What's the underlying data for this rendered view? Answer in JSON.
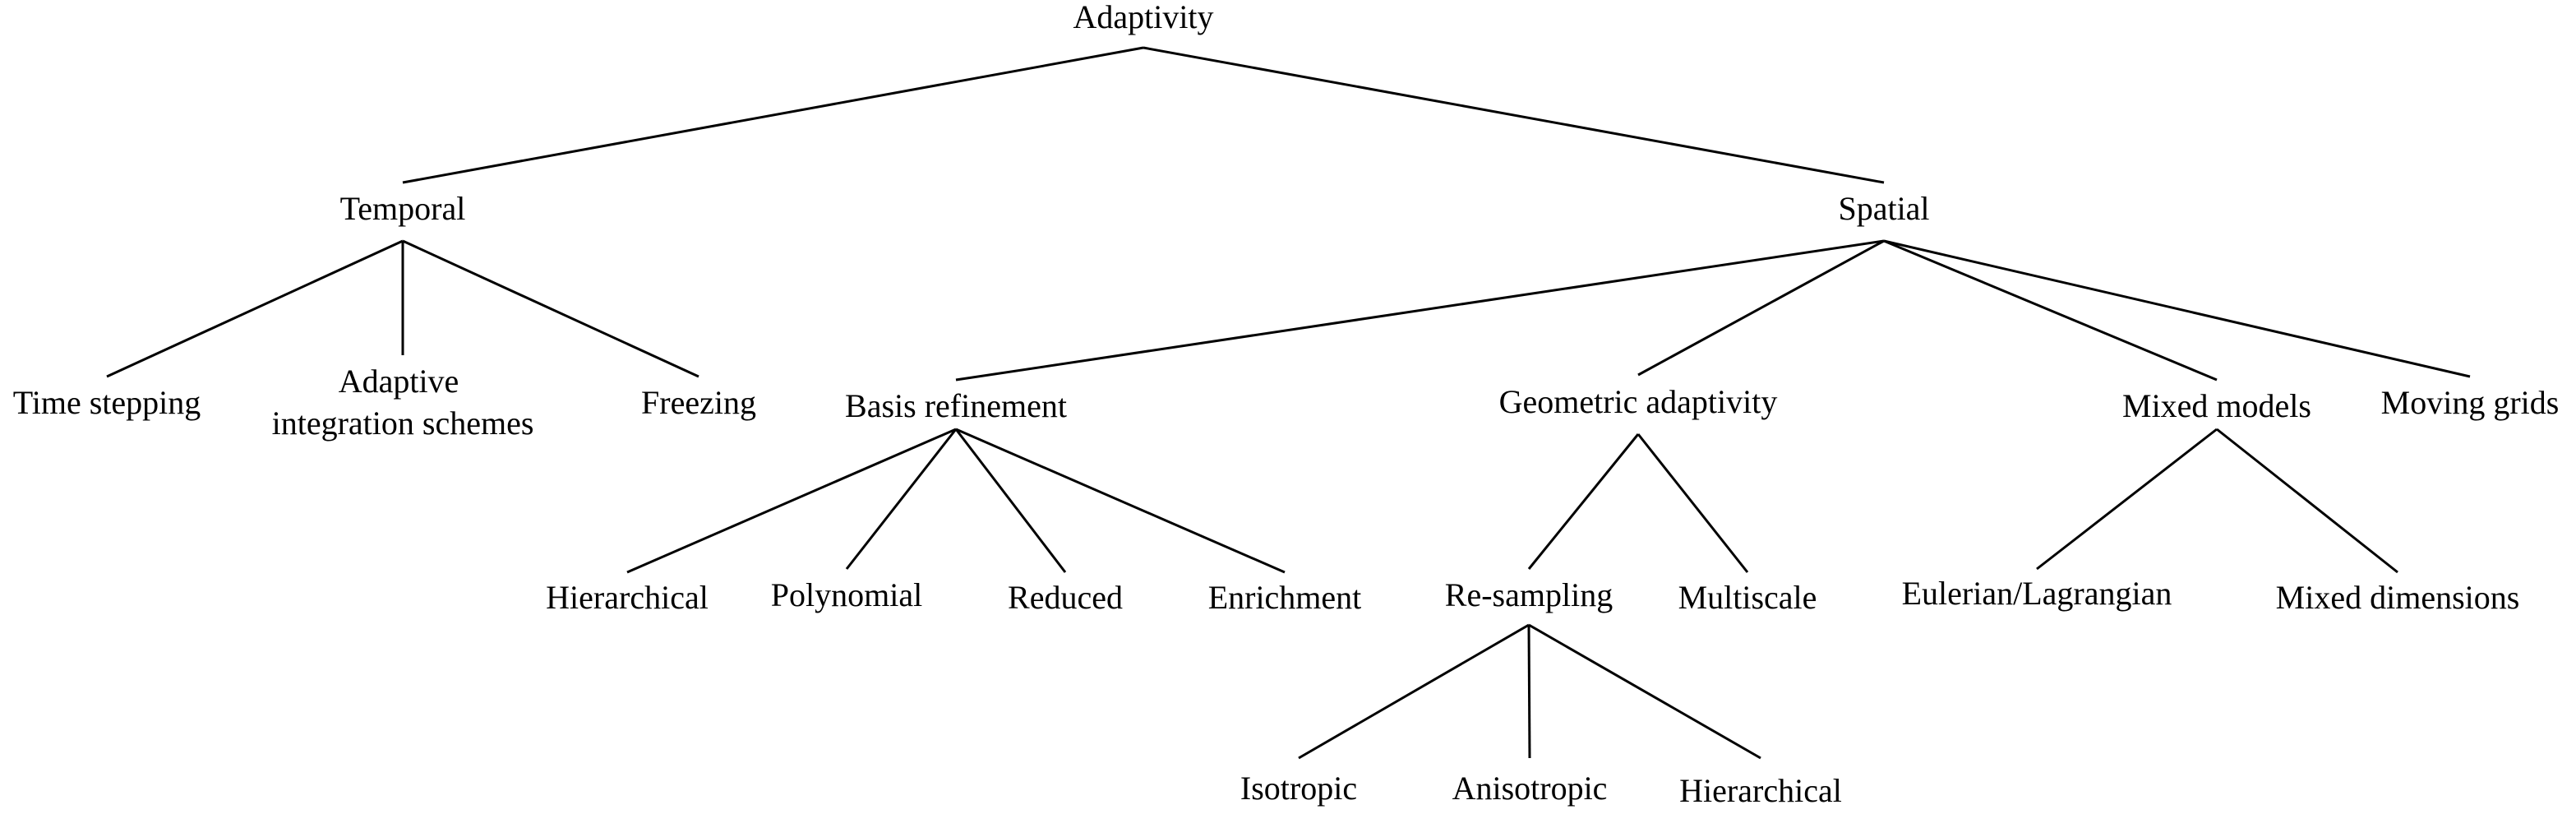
{
  "diagram": {
    "type": "tree",
    "root": "adaptivity",
    "nodes": {
      "adaptivity": {
        "label": "Adaptivity"
      },
      "temporal": {
        "label": "Temporal"
      },
      "spatial": {
        "label": "Spatial"
      },
      "time_stepping": {
        "label": "Time stepping"
      },
      "adaptive_integration": {
        "label": "Adaptive",
        "label2": "integration schemes"
      },
      "freezing": {
        "label": "Freezing"
      },
      "basis_refinement": {
        "label": "Basis refinement"
      },
      "geometric_adaptivity": {
        "label": "Geometric adaptivity"
      },
      "mixed_models": {
        "label": "Mixed models"
      },
      "moving_grids": {
        "label": "Moving grids"
      },
      "hierarchical_basis": {
        "label": "Hierarchical"
      },
      "polynomial": {
        "label": "Polynomial"
      },
      "reduced": {
        "label": "Reduced"
      },
      "enrichment": {
        "label": "Enrichment"
      },
      "re_sampling": {
        "label": "Re-sampling"
      },
      "multiscale": {
        "label": "Multiscale"
      },
      "eulerian_lagrangian": {
        "label": "Eulerian/Lagrangian"
      },
      "mixed_dimensions": {
        "label": "Mixed dimensions"
      },
      "isotropic": {
        "label": "Isotropic"
      },
      "anisotropic": {
        "label": "Anisotropic"
      },
      "hierarchical_resampling": {
        "label": "Hierarchical"
      }
    },
    "edges": [
      [
        "adaptivity",
        "temporal"
      ],
      [
        "adaptivity",
        "spatial"
      ],
      [
        "temporal",
        "time_stepping"
      ],
      [
        "temporal",
        "adaptive_integration"
      ],
      [
        "temporal",
        "freezing"
      ],
      [
        "spatial",
        "basis_refinement"
      ],
      [
        "spatial",
        "geometric_adaptivity"
      ],
      [
        "spatial",
        "mixed_models"
      ],
      [
        "spatial",
        "moving_grids"
      ],
      [
        "basis_refinement",
        "hierarchical_basis"
      ],
      [
        "basis_refinement",
        "polynomial"
      ],
      [
        "basis_refinement",
        "reduced"
      ],
      [
        "basis_refinement",
        "enrichment"
      ],
      [
        "geometric_adaptivity",
        "re_sampling"
      ],
      [
        "geometric_adaptivity",
        "multiscale"
      ],
      [
        "mixed_models",
        "eulerian_lagrangian"
      ],
      [
        "mixed_models",
        "mixed_dimensions"
      ],
      [
        "re_sampling",
        "isotropic"
      ],
      [
        "re_sampling",
        "anisotropic"
      ],
      [
        "re_sampling",
        "hierarchical_resampling"
      ]
    ]
  }
}
